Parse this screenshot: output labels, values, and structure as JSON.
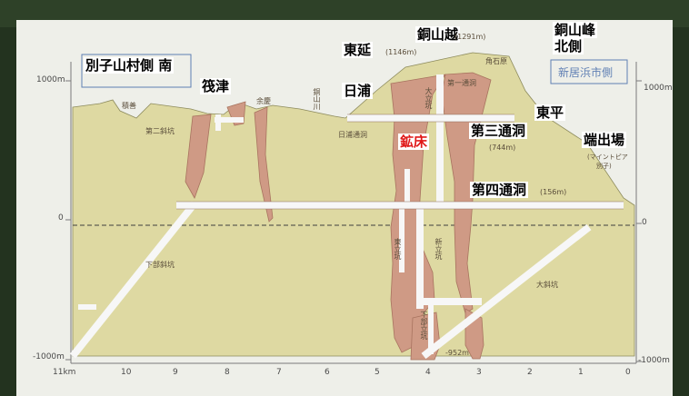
{
  "labels": {
    "betsushi": "別子山村側 南",
    "shinhama": "新居浜市側",
    "doozangoe": "銅山越",
    "doozangoe_alt": "(1291m)",
    "doozanmine": "銅山峰",
    "kitagawa": "北側",
    "higashinobe": "東延",
    "higashinobe_alt": "(1146m)",
    "kakuishihara": "角石原",
    "hiura": "日浦",
    "hiura_tsuudo": "日浦通洞",
    "dozangawa": "銅山川",
    "oodateko": "大立坑",
    "daiichi": "第一通洞",
    "higashihira": "東平",
    "daisan": "第三通洞",
    "daisan_alt": "(744m)",
    "koushou": "鉱床",
    "tsuduki": "筏津",
    "yoshizen": "積善",
    "daini_shako": "第二斜坑",
    "yokei": "余慶",
    "hashide": "端出場",
    "minetopia1": "(マイントピア",
    "minetopia2": "別子)",
    "daiyon": "第四通洞",
    "daiyon_alt": "(156m)",
    "higashi_tateko": "東立坑",
    "shin_tateko": "新立坑",
    "kabu_shako": "下部斜坑",
    "oo_shako": "大斜坑",
    "kabu_tateko": "下部立坑",
    "bottom_depth": "-952m"
  },
  "axes": {
    "left": [
      "1000m",
      "0",
      "-1000m"
    ],
    "right": [
      "1000m",
      "0",
      "-1000m"
    ],
    "x": [
      "11km",
      "10",
      "9",
      "8",
      "7",
      "6",
      "5",
      "4",
      "3",
      "2",
      "1",
      "0"
    ]
  },
  "colors": {
    "terrain": "#ded9a2",
    "ore": "#cf9a85",
    "ore_edge": "#a8735f",
    "tunnel": "#f5f5f5",
    "paper": "#eeefe9",
    "accent_red": "#e01818"
  }
}
